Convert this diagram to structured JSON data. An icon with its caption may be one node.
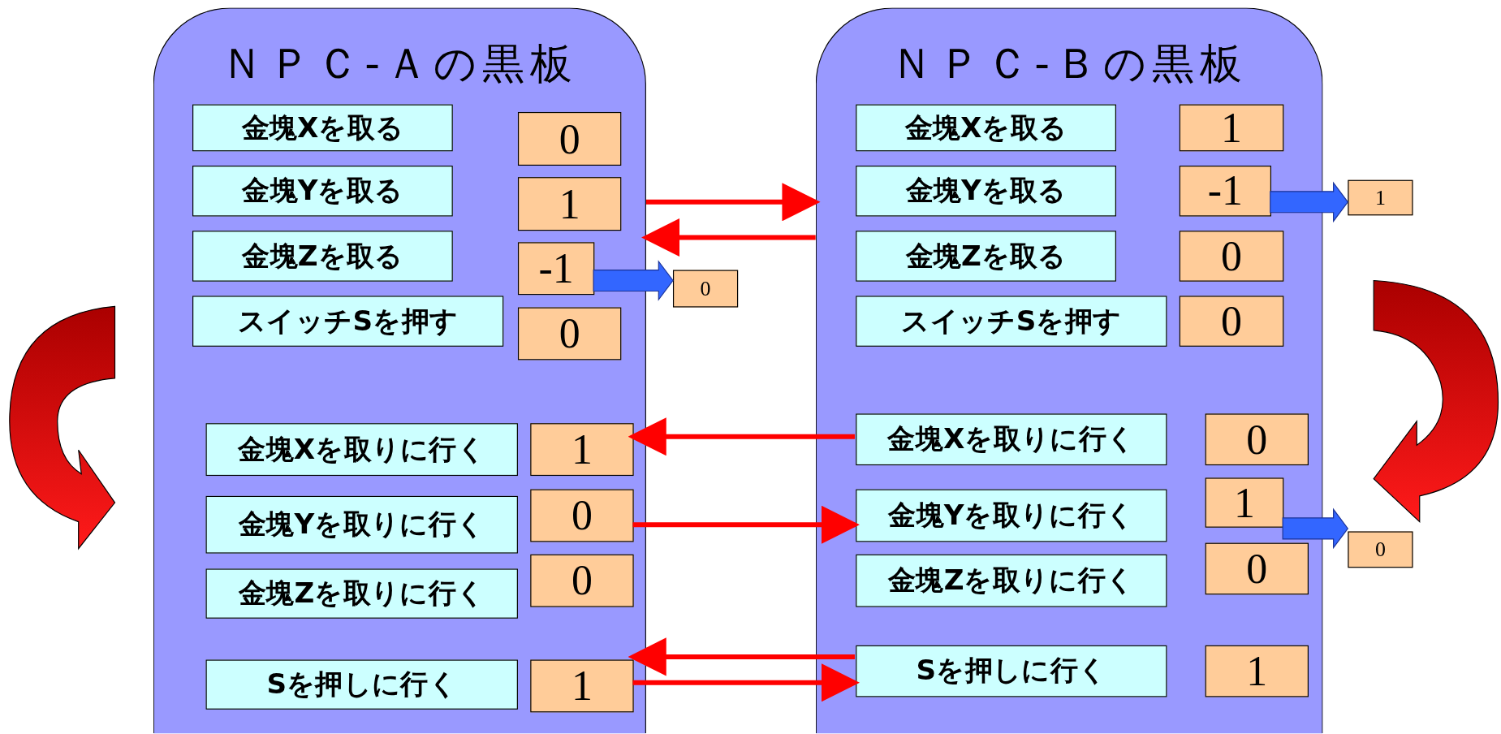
{
  "diagram": {
    "nodes": [
      {
        "text": [
          "ＮＰＣ-Ａの黒板"
        ]
      },
      {
        "text": [
          "金塊Xを取る"
        ],
        "in": 0
      },
      {
        "text": [
          "0"
        ],
        "in": 0
      },
      {
        "text": [
          "金塊Yを取る"
        ],
        "in": 0
      },
      {
        "text": [
          "1"
        ],
        "in": 0
      },
      {
        "text": [
          "金塊Zを取る"
        ],
        "in": 0
      },
      {
        "text": [
          "-1"
        ],
        "in": 0
      },
      {
        "text": [
          "スイッチSを押す"
        ],
        "in": 0
      },
      {
        "text": [
          "0"
        ],
        "in": 0
      },
      {
        "text": [
          "金塊Xを取りに行く"
        ],
        "in": 0
      },
      {
        "text": [
          "1"
        ],
        "in": 0
      },
      {
        "text": [
          "金塊Yを取りに行く"
        ],
        "in": 0
      },
      {
        "text": [
          "0"
        ],
        "in": 0
      },
      {
        "text": [
          "金塊Zを取りに行く"
        ],
        "in": 0
      },
      {
        "text": [
          "0"
        ],
        "in": 0
      },
      {
        "text": [
          "Sを押しに行く"
        ],
        "in": 0
      },
      {
        "text": [
          "1"
        ],
        "in": 0
      },
      {
        "text": [
          "0"
        ]
      },
      {
        "text": [
          "ＮＰＣ-Ｂの黒板"
        ]
      },
      {
        "text": [
          "金塊Xを取る"
        ],
        "in": 18
      },
      {
        "text": [
          "1"
        ],
        "in": 18
      },
      {
        "text": [
          "金塊Yを取る"
        ],
        "in": 18
      },
      {
        "text": [
          "-1"
        ],
        "in": 18
      },
      {
        "text": [
          "金塊Zを取る"
        ],
        "in": 18
      },
      {
        "text": [
          "0"
        ],
        "in": 18
      },
      {
        "text": [
          "スイッチSを押す"
        ],
        "in": 18
      },
      {
        "text": [
          "0"
        ],
        "in": 18
      },
      {
        "text": [
          "金塊Xを取りに行く"
        ],
        "in": 18
      },
      {
        "text": [
          "0"
        ],
        "in": 18
      },
      {
        "text": [
          "金塊Yを取りに行く"
        ],
        "in": 18
      },
      {
        "text": [
          "1"
        ],
        "in": 18
      },
      {
        "text": [
          "金塊Zを取りに行く"
        ],
        "in": 18
      },
      {
        "text": [
          "0"
        ],
        "in": 18
      },
      {
        "text": [
          "Sを押しに行く"
        ],
        "in": 18
      },
      {
        "text": [
          "1"
        ],
        "in": 18
      },
      {
        "text": [
          "1"
        ]
      },
      {
        "text": [
          "0"
        ]
      }
    ],
    "edges": [
      {
        "from": 0,
        "to": 18,
        "arrow": "to"
      },
      {
        "from": 18,
        "to": 0,
        "arrow": "to"
      },
      {
        "from": 6,
        "to": 17,
        "arrow": "to",
        "style": "thick",
        "color": "#3366ff"
      },
      {
        "from": 22,
        "to": 35,
        "arrow": "to",
        "style": "thick",
        "color": "#3366ff"
      },
      {
        "from": 30,
        "to": 36,
        "arrow": "to",
        "style": "thick",
        "color": "#3366ff"
      },
      {
        "from": 27,
        "to": 10,
        "arrow": "to"
      },
      {
        "from": 12,
        "to": 29,
        "arrow": "to"
      },
      {
        "from": 33,
        "to": 16,
        "arrow": "to"
      },
      {
        "from": 16,
        "to": 33,
        "arrow": "to"
      }
    ]
  }
}
